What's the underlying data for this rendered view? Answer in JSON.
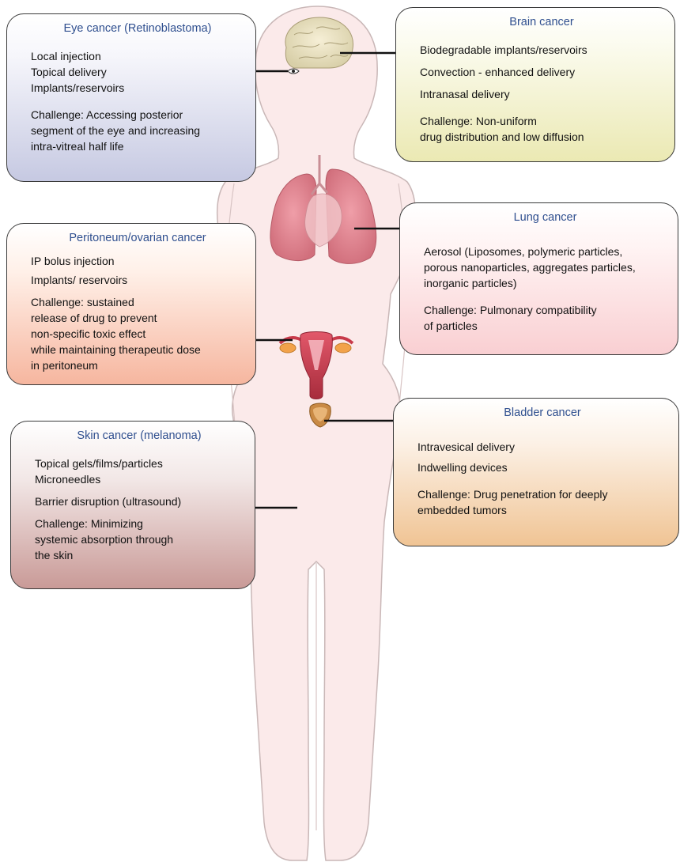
{
  "panels": {
    "eye": {
      "title": "Eye cancer (Retinoblastoma)",
      "items": [
        "Local injection",
        "Topical delivery",
        "Implants/reservoirs"
      ],
      "challenge": [
        "Challenge: Accessing posterior",
        "segment of the eye and increasing",
        "intra-vitreal half life"
      ]
    },
    "brain": {
      "title": "Brain cancer",
      "items": [
        "Biodegradable implants/reservoirs",
        "Convection - enhanced delivery",
        "Intranasal delivery"
      ],
      "challenge": [
        "Challenge: Non-uniform",
        "drug distribution and low diffusion"
      ]
    },
    "lung": {
      "title": "Lung cancer",
      "items": [
        "Aerosol (Liposomes, polymeric particles,",
        "porous nanoparticles, aggregates particles,",
        "inorganic particles)"
      ],
      "challenge": [
        "Challenge: Pulmonary compatibility",
        "of particles"
      ]
    },
    "peritoneum": {
      "title": "Peritoneum/ovarian cancer",
      "items": [
        "IP bolus injection",
        "Implants/ reservoirs"
      ],
      "challenge": [
        "Challenge: sustained",
        "release of drug to prevent",
        "non-specific toxic effect",
        "while maintaining therapeutic dose",
        "in peritoneum"
      ]
    },
    "skin": {
      "title": "Skin cancer (melanoma)",
      "items": [
        "Topical gels/films/particles",
        "Microneedles"
      ],
      "extra": "Barrier disruption (ultrasound)",
      "challenge": [
        "Challenge: Minimizing",
        "systemic absorption through",
        "the skin"
      ]
    },
    "bladder": {
      "title": "Bladder cancer",
      "items": [
        "Intravesical delivery",
        "Indwelling devices"
      ],
      "challenge": [
        "Challenge: Drug penetration for deeply",
        "embedded tumors"
      ]
    }
  },
  "colors": {
    "body_fill": "#fbeaea",
    "body_outline": "#c9b7b7",
    "title_text": "#2f4f8f",
    "lung": "#d9808c",
    "uterus": "#c83a4a",
    "ovary": "#f2a24a",
    "brain": "#e6ddb8",
    "bladder": "#c98a45"
  }
}
